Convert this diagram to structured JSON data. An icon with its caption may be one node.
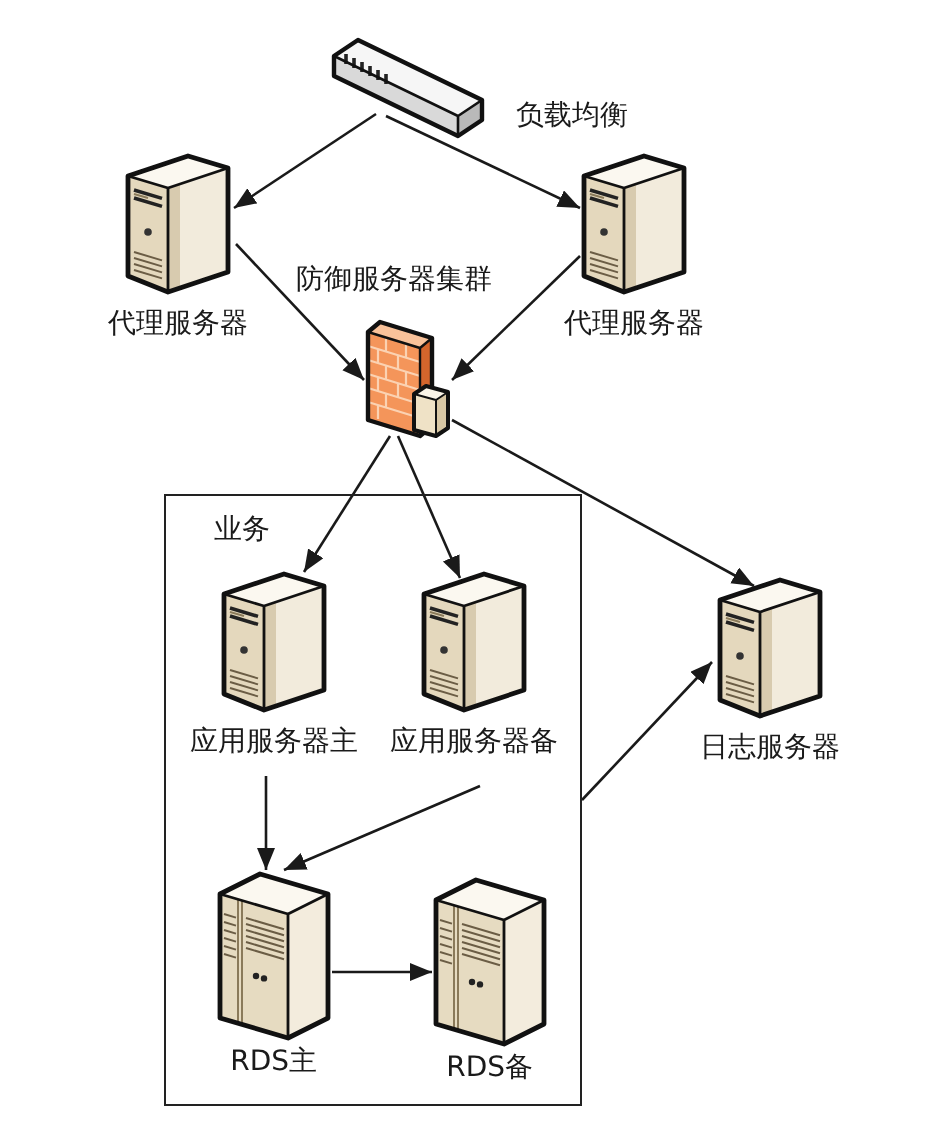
{
  "diagram": {
    "nodes": [
      {
        "text": [
          "负载均衡"
        ]
      },
      {
        "text": [
          "代理服务器"
        ]
      },
      {
        "text": [
          "代理服务器"
        ]
      },
      {
        "text": [
          "防御服务器集群"
        ]
      },
      {
        "text": [
          "业务"
        ]
      },
      {
        "text": [
          "应用服务器主"
        ],
        "in": 4
      },
      {
        "text": [
          "应用服务器备"
        ],
        "in": 4
      },
      {
        "text": [
          "RDS主"
        ],
        "in": 4
      },
      {
        "text": [
          "RDS备"
        ],
        "in": 4
      },
      {
        "text": [
          "日志服务器"
        ]
      }
    ],
    "edges": [
      {
        "from": 0,
        "to": 1,
        "arrow": "to"
      },
      {
        "from": 0,
        "to": 2,
        "arrow": "to"
      },
      {
        "from": 1,
        "to": 3,
        "arrow": "to"
      },
      {
        "from": 2,
        "to": 3,
        "arrow": "to"
      },
      {
        "from": 3,
        "to": 5,
        "arrow": "to"
      },
      {
        "from": 3,
        "to": 6,
        "arrow": "to"
      },
      {
        "from": 3,
        "to": 9,
        "arrow": "to"
      },
      {
        "from": 5,
        "to": 7,
        "arrow": "to"
      },
      {
        "from": 6,
        "to": 7,
        "arrow": "to"
      },
      {
        "from": 7,
        "to": 8,
        "arrow": "to"
      },
      {
        "from": 4,
        "to": 9,
        "arrow": "to"
      }
    ]
  }
}
